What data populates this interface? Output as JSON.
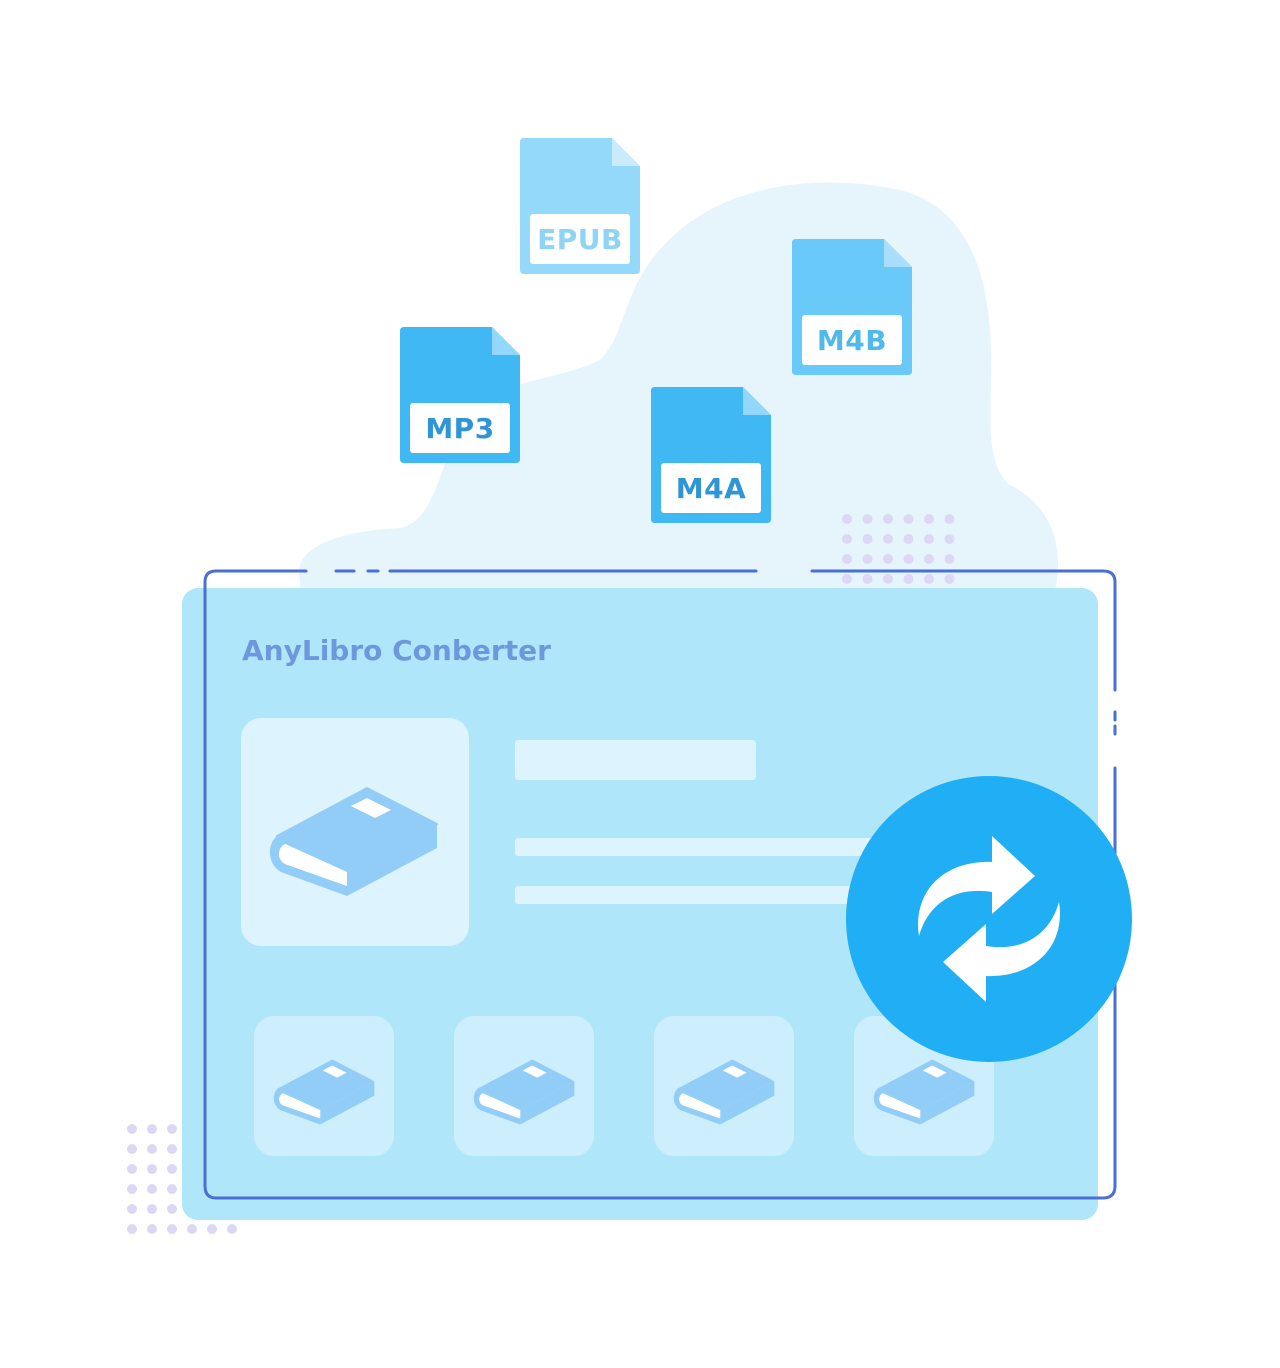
{
  "app": {
    "title": "AnyLibro Conberter"
  },
  "formats": [
    {
      "label": "EPUB",
      "body_color": "#95d9fa",
      "fold_color": "#c9ebfc",
      "text_color": "#8fd3f5"
    },
    {
      "label": "M4B",
      "body_color": "#69c9f8",
      "fold_color": "#a8defa",
      "text_color": "#4fb8ec"
    },
    {
      "label": "MP3",
      "body_color": "#3fb8f3",
      "fold_color": "#93d7fa",
      "text_color": "#2e95d6"
    },
    {
      "label": "M4A",
      "body_color": "#3fb8f3",
      "fold_color": "#93d7fa",
      "text_color": "#2e95d6"
    }
  ],
  "icons": {
    "cover": "book-icon",
    "thumbnails": [
      "book-icon",
      "book-icon",
      "book-icon",
      "book-icon"
    ],
    "convert": "refresh-icon"
  },
  "colors": {
    "cloud": "#e6f5fc",
    "panel": "#b0e6fa",
    "frame": "#4a6fd6",
    "accent": "#20aef5",
    "dots": "#dcd8f4"
  }
}
